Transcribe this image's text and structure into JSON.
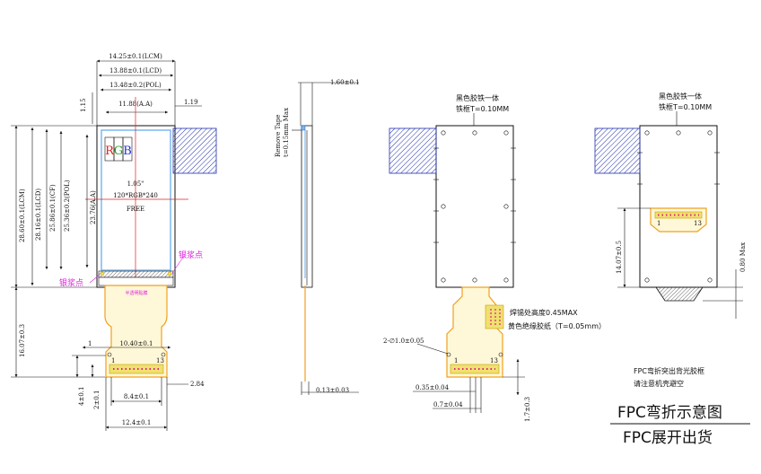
{
  "front_view": {
    "dims_top": [
      "14.25±0.1(LCM)",
      "13.88±0.1(LCD)",
      "13.48±0.2(POL)",
      "11.88(A.A)"
    ],
    "dim_left_small": "1.15",
    "dim_right_small": "1.19",
    "dims_left": [
      "28.60±0.1(LCM)",
      "28.16±0.1(LCD)",
      "25.86±0.1(CF)",
      "25.36±0.2(POL)",
      "23.76(A.A)"
    ],
    "rgb_label": {
      "r": "R",
      "g": "G",
      "b": "B"
    },
    "size_label": "1.05\"",
    "resolution_label": "120*RGB*240",
    "view_label": "FREE",
    "silver_paste_labels": [
      "银浆点",
      "银浆点"
    ],
    "fpc_dim_left": "16.07±0.3",
    "fpc_pin_first": "1",
    "fpc_pin_last": "13",
    "fpc_dim_pitch": "10.40±0.1",
    "fpc_dim_4": "4±0.1",
    "fpc_dim_2": "2±0.1",
    "fpc_dim_84": "8.4±0.1",
    "fpc_dim_124": "12.4±0.1",
    "fpc_dim_284": "2.84",
    "fpc_tiny_text": "半透明贴膜"
  },
  "side_view": {
    "dim_top": "1.60±0.1",
    "remove_tape": "Remove Tape",
    "tape_thickness": "t=0.15mm Max",
    "dim_bottom": "0.13±0.03"
  },
  "back_view_1": {
    "note_line1": "黑色胶铁一体",
    "note_line2": "铁框T=0.10MM",
    "solder_note": "焊锡处高度0.45MAX",
    "tape_note": "黄色绝缘胶纸（T=0.05mm）",
    "hole_note": "2-∅1.0±0.05",
    "pin_first": "1",
    "pin_last": "13",
    "dim_035": "0.35±0.04",
    "dim_07": "0.7±0.04",
    "dim_17": "1.7±0.3"
  },
  "back_view_2": {
    "note_line1": "黑色胶铁一体",
    "note_line2": "铁框T=0.10MM",
    "pin_first": "1",
    "pin_last": "13",
    "dim_1407": "14.07±0.5",
    "dim_080": "0.80 Max",
    "fpc_note_line1": "FPC弯折突出背光胶框",
    "fpc_note_line2": "请注意机壳避空"
  },
  "legend": {
    "bent": "FPC弯折示意图",
    "unfolded": "FPC展开出货"
  },
  "colors": {
    "lcd_blue": "#7ab8f0",
    "fpc_orange": "#f0a020",
    "fpc_fill": "#fff8d8",
    "aa_red": "#e02020",
    "hatch_blue": "#2030b0",
    "silver_pink": "#e020e0",
    "pin_yellow": "#f0e070"
  }
}
